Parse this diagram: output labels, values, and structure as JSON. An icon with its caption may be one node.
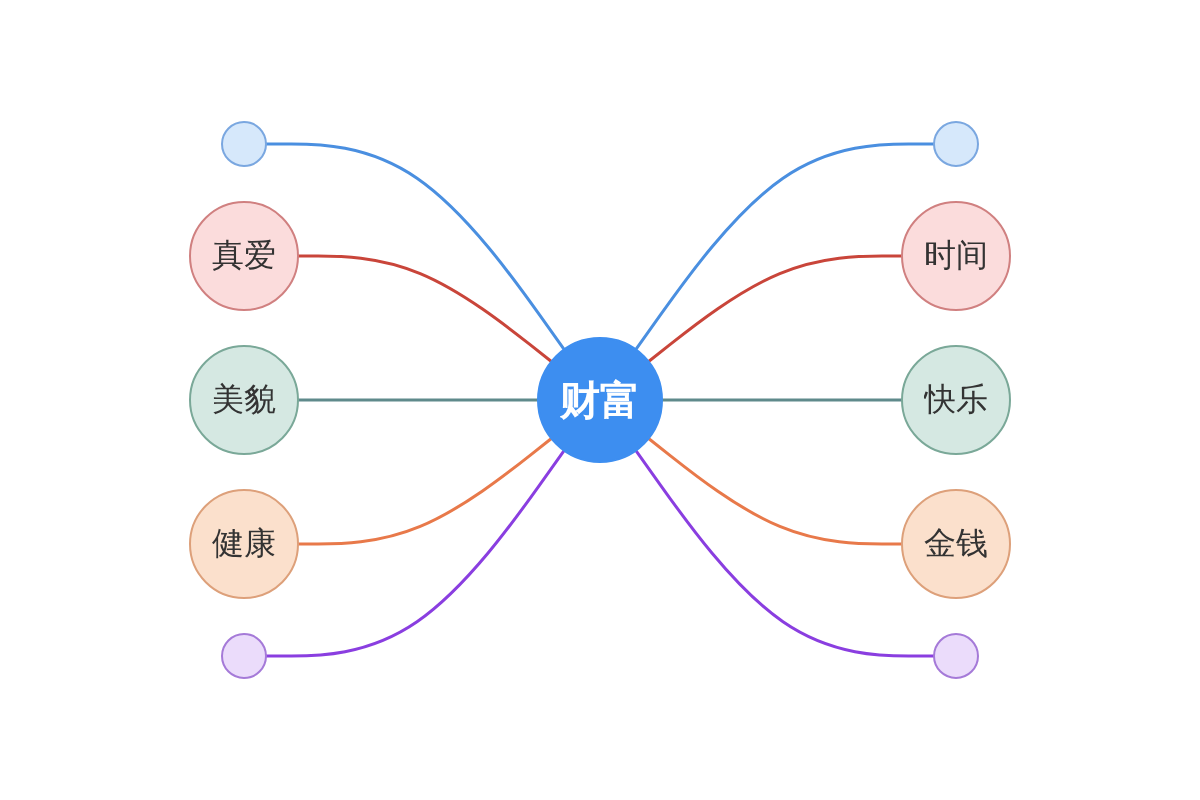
{
  "diagram": {
    "nodes": [
      {
        "text": [
          "财富"
        ]
      },
      {
        "text": [],
        "shape": "circle"
      },
      {
        "text": [
          "真爱"
        ]
      },
      {
        "text": [
          "美貌"
        ]
      },
      {
        "text": [
          "健康"
        ]
      },
      {
        "text": [],
        "shape": "circle"
      },
      {
        "text": [],
        "shape": "circle"
      },
      {
        "text": [
          "时间"
        ]
      },
      {
        "text": [
          "快乐"
        ]
      },
      {
        "text": [
          "金钱"
        ]
      },
      {
        "text": [],
        "shape": "circle"
      }
    ],
    "edges": [
      {
        "from": 1,
        "to": 0,
        "arrow": "none",
        "color": "#4a8fe0"
      },
      {
        "from": 2,
        "to": 0,
        "arrow": "none",
        "color": "#c9453a"
      },
      {
        "from": 3,
        "to": 0,
        "arrow": "none",
        "color": "#5f8a8b"
      },
      {
        "from": 4,
        "to": 0,
        "arrow": "none",
        "color": "#e8794a"
      },
      {
        "from": 5,
        "to": 0,
        "arrow": "none",
        "color": "#8a3ee0"
      },
      {
        "from": 0,
        "to": 6,
        "arrow": "none",
        "color": "#4a8fe0"
      },
      {
        "from": 0,
        "to": 7,
        "arrow": "none",
        "color": "#c9453a"
      },
      {
        "from": 0,
        "to": 8,
        "arrow": "none",
        "color": "#5f8a8b"
      },
      {
        "from": 0,
        "to": 9,
        "arrow": "none",
        "color": "#e8794a"
      },
      {
        "from": 0,
        "to": 10,
        "arrow": "none",
        "color": "#8a3ee0"
      }
    ]
  }
}
